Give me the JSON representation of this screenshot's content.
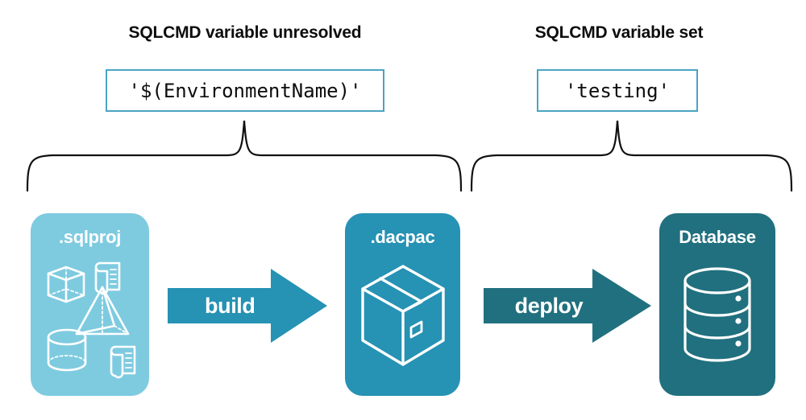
{
  "diagram": {
    "title_left": "SQLCMD variable unresolved",
    "title_right": "SQLCMD variable set",
    "code_left": "'$(EnvironmentName)'",
    "code_right": "'testing'",
    "stages": [
      {
        "label": ".sqlproj",
        "icon": "project-shapes-icon",
        "color": "#7ecbe0"
      },
      {
        "label": ".dacpac",
        "icon": "package-box-icon",
        "color": "#2692b4"
      },
      {
        "label": "Database",
        "icon": "database-cylinder-icon",
        "color": "#21707f"
      }
    ],
    "arrows": [
      {
        "label": "build",
        "color": "#2692b4"
      },
      {
        "label": "deploy",
        "color": "#21707f"
      }
    ],
    "colors": {
      "code_border": "#4ba4c4",
      "brace": "#111111",
      "text": "#0d0d0d",
      "background": "#ffffff"
    }
  }
}
